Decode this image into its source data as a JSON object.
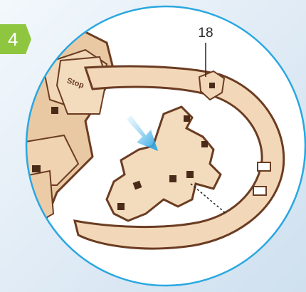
{
  "step": {
    "number": "4",
    "color": "#8fc63f"
  },
  "callout": {
    "part_number": "18"
  },
  "illustration": {
    "circle_border_color": "#2aa7e0",
    "arrow_color": "#1e9fe0",
    "stop_label": "Stop",
    "wood_light": "#f2d8b8",
    "wood_edge": "#6b3c22"
  }
}
